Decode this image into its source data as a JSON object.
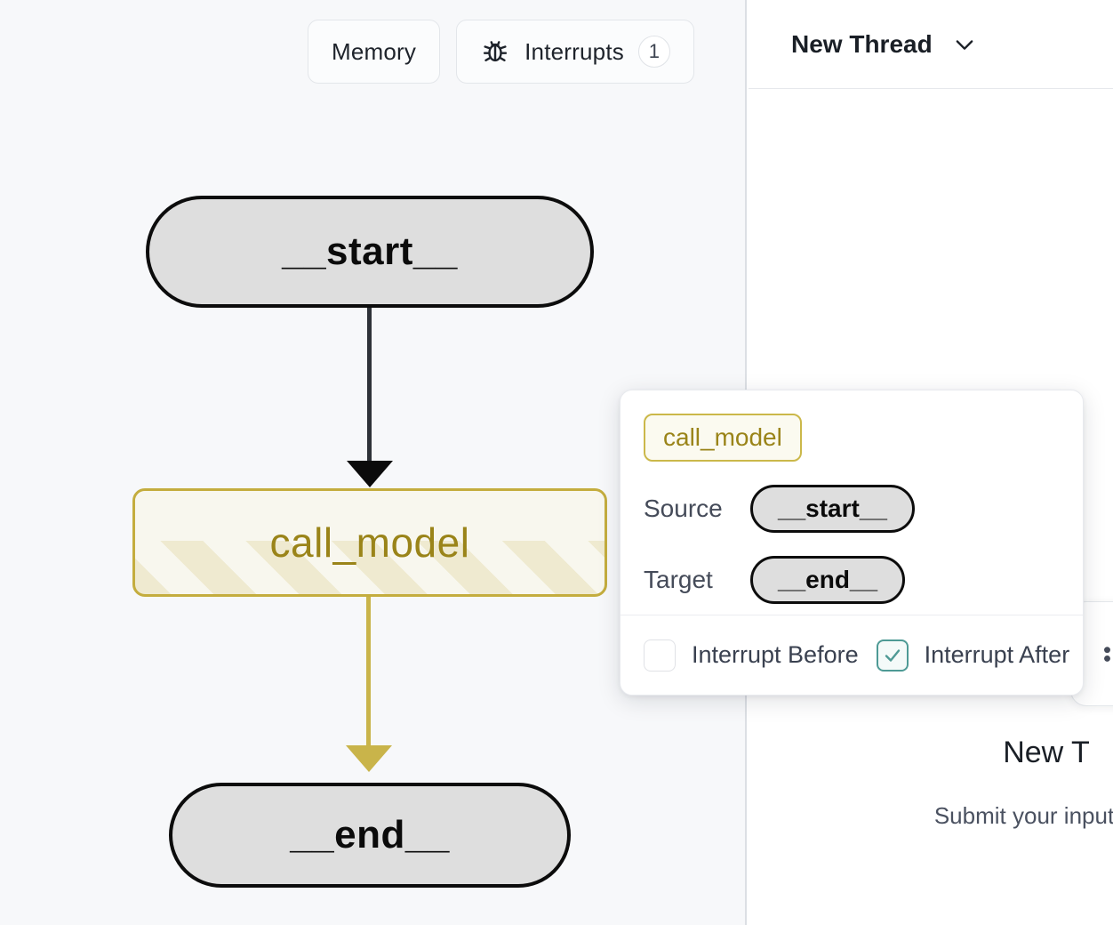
{
  "graph_canvas": {
    "toolbar": {
      "memory_button": {
        "label": "Memory"
      },
      "interrupts_button": {
        "label": "Interrupts",
        "icon": "bug-icon",
        "count": "1"
      }
    },
    "nodes": [
      {
        "id": "start",
        "label": "__start__",
        "kind": "terminal"
      },
      {
        "id": "call_model",
        "label": "call_model",
        "kind": "task",
        "state": "interrupt-pending"
      },
      {
        "id": "end",
        "label": "__end__",
        "kind": "terminal"
      }
    ],
    "edges": [
      {
        "from": "__start__",
        "to": "call_model",
        "color": "#0b0b0b"
      },
      {
        "from": "call_model",
        "to": "__end__",
        "color": "#c9b44a"
      }
    ]
  },
  "popover": {
    "node_badge": "call_model",
    "source_label": "Source",
    "source_value": "__start__",
    "target_label": "Target",
    "target_value": "__end__",
    "interrupt_before": {
      "label": "Interrupt Before",
      "checked": false
    },
    "interrupt_after": {
      "label": "Interrupt After",
      "checked": true
    }
  },
  "thread_panel": {
    "title": "New Thread",
    "chevron": "chevron-down-icon",
    "empty_title": "New T",
    "empty_subtitle": "Submit your input",
    "action_card_icon": "dots-icon"
  },
  "colors": {
    "canvas_background": "#f7f8fa",
    "panel_background": "#ffffff",
    "terminal_node_fill": "#dedede",
    "terminal_node_stroke": "#0b0b0b",
    "accent_yellow": "#c4ad3e",
    "accent_yellow_text": "#9a8419",
    "accent_teal": "#4e9a95",
    "divider": "#dcdfe4"
  }
}
